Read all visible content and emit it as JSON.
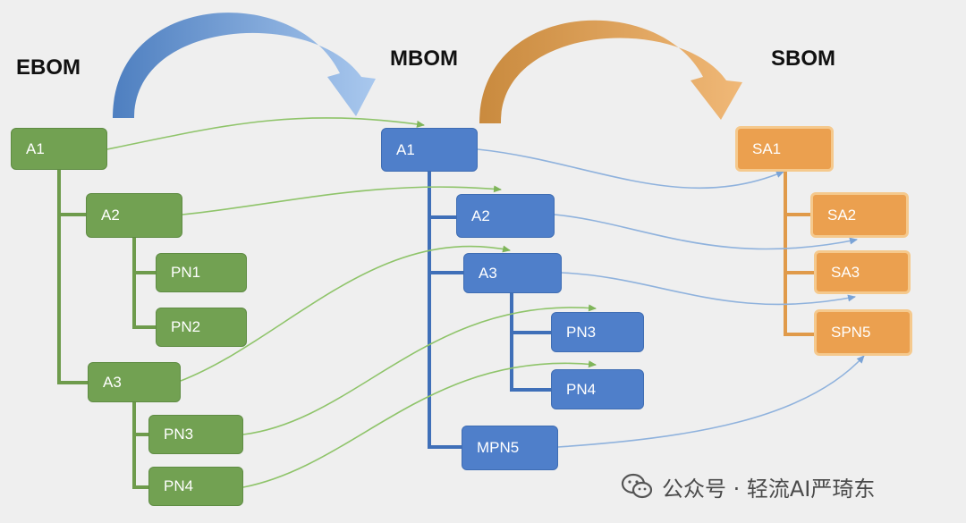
{
  "titles": {
    "ebom": "EBOM",
    "mbom": "MBOM",
    "sbom": "SBOM"
  },
  "ebom": {
    "a1": "A1",
    "a2": "A2",
    "pn1": "PN1",
    "pn2": "PN2",
    "a3": "A3",
    "pn3": "PN3",
    "pn4": "PN4"
  },
  "mbom": {
    "a1": "A1",
    "a2": "A2",
    "a3": "A3",
    "pn3": "PN3",
    "pn4": "PN4",
    "mpn5": "MPN5"
  },
  "sbom": {
    "sa1": "SA1",
    "sa2": "SA2",
    "sa3": "SA3",
    "spn5": "SPN5"
  },
  "watermark": {
    "text": "公众号 · 轻流AI严琦东",
    "icon": "wechat-icon"
  },
  "colors": {
    "ebom": "#72a152",
    "mbom": "#4f7fca",
    "sbom": "#eba04f",
    "ebom_to_mbom_link": "#8fc46a",
    "mbom_to_sbom_link": "#8fb2dd"
  }
}
